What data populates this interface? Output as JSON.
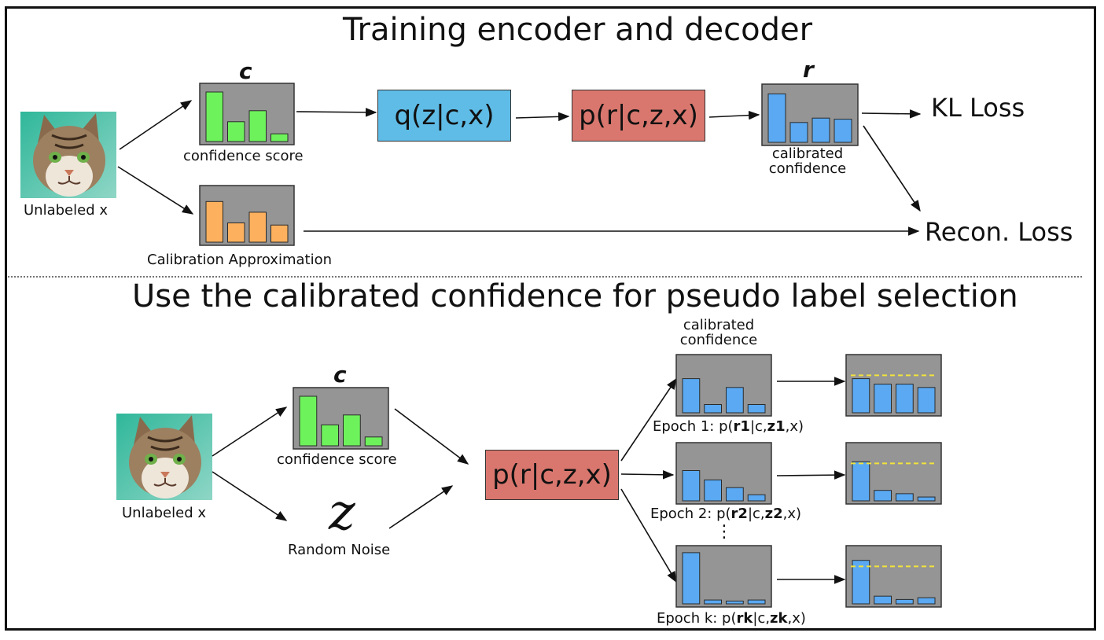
{
  "colors": {
    "green": "#6ef25c",
    "orange": "#fdb15e",
    "blue": "#5aa9f2",
    "encoder_fill": "#5fbce6",
    "decoder_fill": "#d9776e",
    "panel_gray": "#959595",
    "threshold": "#f2e33a"
  },
  "top": {
    "title": "Training encoder and decoder",
    "image_caption": "Unlabeled x",
    "c_symbol": "c",
    "confidence_caption": "confidence score",
    "approx_caption": "Calibration Approximation",
    "encoder_label": "q(z|c,x)",
    "decoder_label": "p(r|c,z,x)",
    "r_symbol": "r",
    "calibrated_caption_1": "calibrated",
    "calibrated_caption_2": "confidence",
    "kl_loss": "KL Loss",
    "recon_loss": "Recon. Loss",
    "confidence_values": [
      0.9,
      0.36,
      0.56,
      0.14
    ],
    "approx_values": [
      0.76,
      0.36,
      0.56,
      0.32
    ],
    "calibrated_values": [
      0.88,
      0.36,
      0.44,
      0.42
    ]
  },
  "bottom": {
    "title": "Use the calibrated confidence for pseudo label selection",
    "image_caption": "Unlabeled x",
    "c_symbol": "c",
    "confidence_caption": "confidence score",
    "z_symbol": "z",
    "noise_caption": "Random Noise",
    "decoder_label": "p(r|c,z,x)",
    "calibrated_caption_1": "calibrated",
    "calibrated_caption_2": "confidence",
    "ellipsis": "⋮",
    "confidence_values": [
      0.9,
      0.38,
      0.56,
      0.16
    ],
    "epochs": [
      {
        "prefix": "Epoch 1: p(",
        "r": "r1",
        "mid": "|c,",
        "z": "z1",
        "suffix": ",x)",
        "values": [
          0.62,
          0.15,
          0.46,
          0.15
        ],
        "selected_values": [
          0.62,
          0.52,
          0.52,
          0.46
        ],
        "threshold": 0.68
      },
      {
        "prefix": "Epoch 2: p(",
        "r": "r2",
        "mid": "|c,",
        "z": "z2",
        "suffix": ",x)",
        "values": [
          0.55,
          0.38,
          0.24,
          0.11
        ],
        "selected_values": [
          0.71,
          0.19,
          0.13,
          0.07
        ],
        "threshold": 0.68
      },
      {
        "prefix": "Epoch k: p(",
        "r": "rk",
        "mid": "|c,",
        "z": "zk",
        "suffix": ",x)",
        "values": [
          0.93,
          0.07,
          0.05,
          0.07
        ],
        "selected_values": [
          0.79,
          0.14,
          0.08,
          0.11
        ],
        "threshold": 0.68
      }
    ]
  }
}
